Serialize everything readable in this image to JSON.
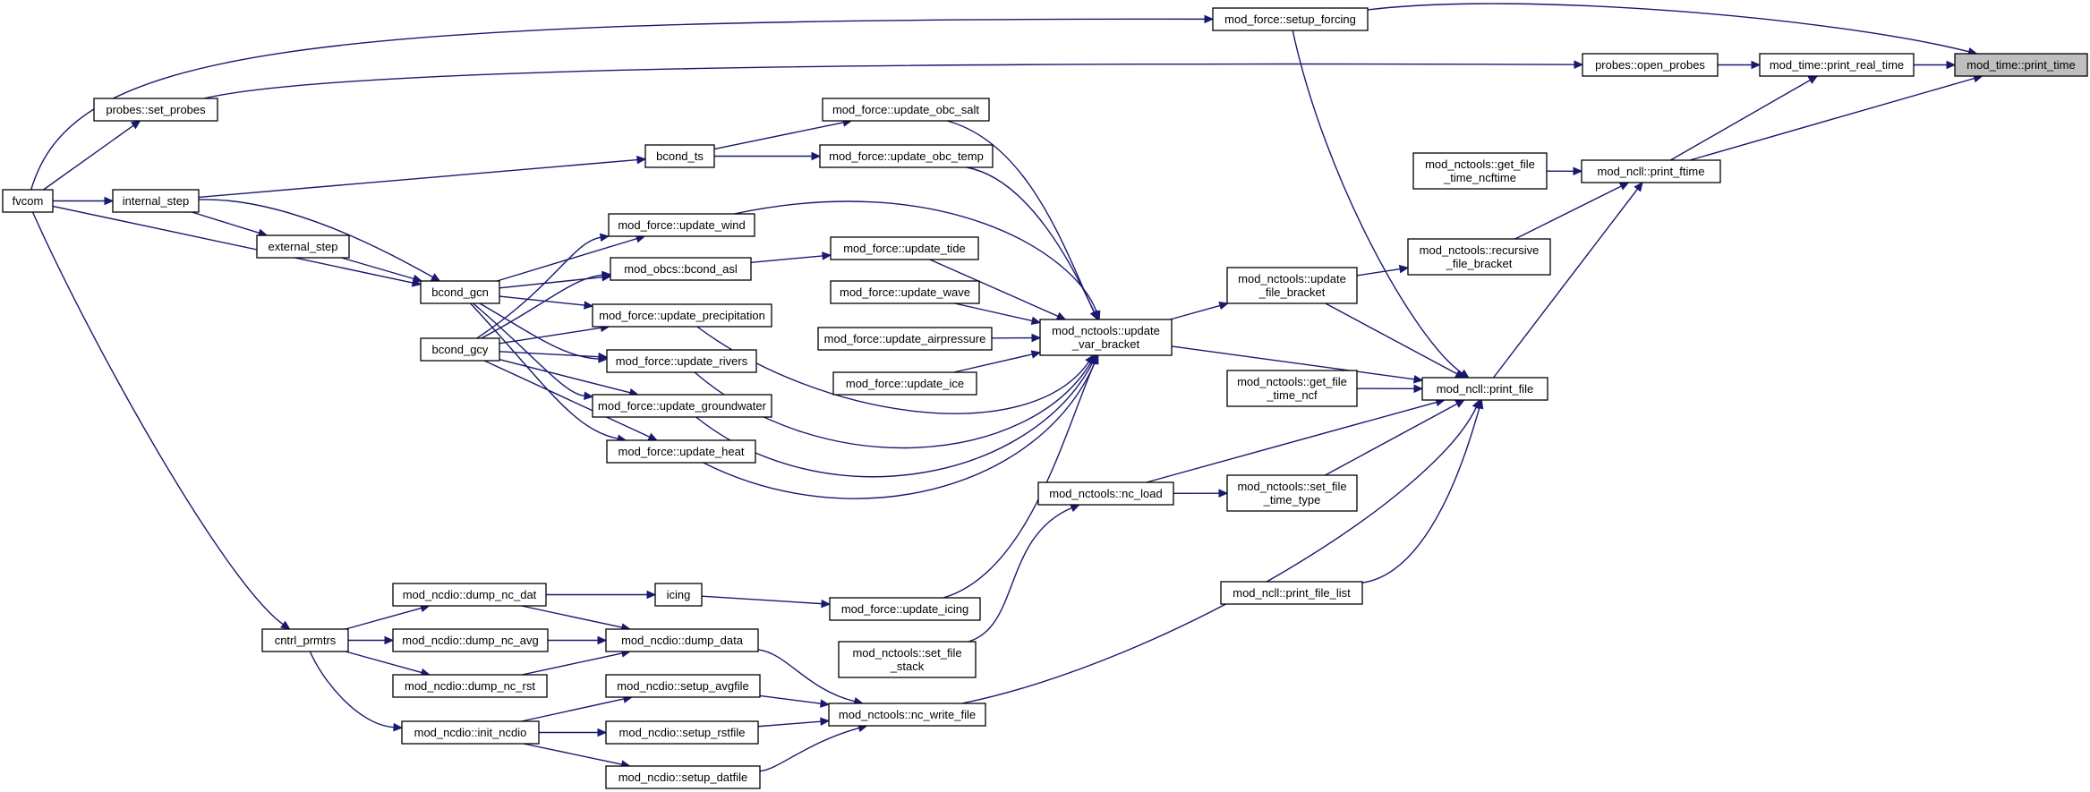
{
  "graph": {
    "nodes": [
      {
        "id": "print_time",
        "lines": [
          "mod_time::print_time"
        ],
        "highlight": true
      },
      {
        "id": "setup_forcing",
        "lines": [
          "mod_force::setup_forcing"
        ]
      },
      {
        "id": "print_real_time",
        "lines": [
          "mod_time::print_real_time"
        ]
      },
      {
        "id": "open_probes",
        "lines": [
          "probes::open_probes"
        ]
      },
      {
        "id": "print_ftime",
        "lines": [
          "mod_ncll::print_ftime"
        ]
      },
      {
        "id": "get_file_time_ncftime",
        "lines": [
          "mod_nctools::get_file",
          "_time_ncftime"
        ]
      },
      {
        "id": "recursive_file_bracket",
        "lines": [
          "mod_nctools::recursive",
          "_file_bracket"
        ]
      },
      {
        "id": "update_file_bracket",
        "lines": [
          "mod_nctools::update",
          "_file_bracket"
        ]
      },
      {
        "id": "print_file",
        "lines": [
          "mod_ncll::print_file"
        ]
      },
      {
        "id": "get_file_time_ncf",
        "lines": [
          "mod_nctools::get_file",
          "_time_ncf"
        ]
      },
      {
        "id": "set_file_time_type",
        "lines": [
          "mod_nctools::set_file",
          "_time_type"
        ]
      },
      {
        "id": "print_file_list",
        "lines": [
          "mod_ncll::print_file_list"
        ]
      },
      {
        "id": "update_var_bracket",
        "lines": [
          "mod_nctools::update",
          "_var_bracket"
        ]
      },
      {
        "id": "nc_load",
        "lines": [
          "mod_nctools::nc_load"
        ]
      },
      {
        "id": "nc_write_file",
        "lines": [
          "mod_nctools::nc_write_file"
        ]
      },
      {
        "id": "set_file_stack",
        "lines": [
          "mod_nctools::set_file",
          "_stack"
        ]
      },
      {
        "id": "update_obc_salt",
        "lines": [
          "mod_force::update_obc_salt"
        ]
      },
      {
        "id": "update_obc_temp",
        "lines": [
          "mod_force::update_obc_temp"
        ]
      },
      {
        "id": "update_wind",
        "lines": [
          "mod_force::update_wind"
        ]
      },
      {
        "id": "update_tide",
        "lines": [
          "mod_force::update_tide"
        ]
      },
      {
        "id": "bcond_asl",
        "lines": [
          "mod_obcs::bcond_asl"
        ]
      },
      {
        "id": "update_wave",
        "lines": [
          "mod_force::update_wave"
        ]
      },
      {
        "id": "update_precipitation",
        "lines": [
          "mod_force::update_precipitation"
        ]
      },
      {
        "id": "update_airpressure",
        "lines": [
          "mod_force::update_airpressure"
        ]
      },
      {
        "id": "update_rivers",
        "lines": [
          "mod_force::update_rivers"
        ]
      },
      {
        "id": "update_ice",
        "lines": [
          "mod_force::update_ice"
        ]
      },
      {
        "id": "update_groundwater",
        "lines": [
          "mod_force::update_groundwater"
        ]
      },
      {
        "id": "update_heat",
        "lines": [
          "mod_force::update_heat"
        ]
      },
      {
        "id": "update_icing",
        "lines": [
          "mod_force::update_icing"
        ]
      },
      {
        "id": "icing",
        "lines": [
          "icing"
        ]
      },
      {
        "id": "bcond_ts",
        "lines": [
          "bcond_ts"
        ]
      },
      {
        "id": "set_probes",
        "lines": [
          "probes::set_probes"
        ]
      },
      {
        "id": "internal_step",
        "lines": [
          "internal_step"
        ]
      },
      {
        "id": "external_step",
        "lines": [
          "external_step"
        ]
      },
      {
        "id": "bcond_gcn",
        "lines": [
          "bcond_gcn"
        ]
      },
      {
        "id": "bcond_gcy",
        "lines": [
          "bcond_gcy"
        ]
      },
      {
        "id": "fvcom",
        "lines": [
          "fvcom"
        ]
      },
      {
        "id": "cntrl_prmtrs",
        "lines": [
          "cntrl_prmtrs"
        ]
      },
      {
        "id": "dump_nc_dat",
        "lines": [
          "mod_ncdio::dump_nc_dat"
        ]
      },
      {
        "id": "dump_nc_avg",
        "lines": [
          "mod_ncdio::dump_nc_avg"
        ]
      },
      {
        "id": "dump_nc_rst",
        "lines": [
          "mod_ncdio::dump_nc_rst"
        ]
      },
      {
        "id": "init_ncdio",
        "lines": [
          "mod_ncdio::init_ncdio"
        ]
      },
      {
        "id": "dump_data",
        "lines": [
          "mod_ncdio::dump_data"
        ]
      },
      {
        "id": "setup_avgfile",
        "lines": [
          "mod_ncdio::setup_avgfile"
        ]
      },
      {
        "id": "setup_rstfile",
        "lines": [
          "mod_ncdio::setup_rstfile"
        ]
      },
      {
        "id": "setup_datfile",
        "lines": [
          "mod_ncdio::setup_datfile"
        ]
      }
    ],
    "edges": [
      {
        "from": "setup_forcing",
        "to": "print_time"
      },
      {
        "from": "print_real_time",
        "to": "print_time"
      },
      {
        "from": "print_ftime",
        "to": "print_time"
      },
      {
        "from": "fvcom",
        "to": "setup_forcing"
      },
      {
        "from": "open_probes",
        "to": "print_real_time"
      },
      {
        "from": "print_ftime",
        "to": "print_real_time"
      },
      {
        "from": "set_probes",
        "to": "open_probes"
      },
      {
        "from": "get_file_time_ncftime",
        "to": "print_ftime"
      },
      {
        "from": "recursive_file_bracket",
        "to": "print_ftime"
      },
      {
        "from": "print_file",
        "to": "print_ftime"
      },
      {
        "from": "update_file_bracket",
        "to": "recursive_file_bracket"
      },
      {
        "from": "update_var_bracket",
        "to": "update_file_bracket"
      },
      {
        "from": "update_file_bracket",
        "to": "print_file"
      },
      {
        "from": "setup_forcing",
        "to": "print_file"
      },
      {
        "from": "update_var_bracket",
        "to": "print_file"
      },
      {
        "from": "get_file_time_ncf",
        "to": "print_file"
      },
      {
        "from": "nc_load",
        "to": "print_file"
      },
      {
        "from": "set_file_time_type",
        "to": "print_file"
      },
      {
        "from": "print_file_list",
        "to": "print_file"
      },
      {
        "from": "nc_write_file",
        "to": "print_file"
      },
      {
        "from": "nc_load",
        "to": "set_file_time_type"
      },
      {
        "from": "set_file_stack",
        "to": "nc_load"
      },
      {
        "from": "update_obc_salt",
        "to": "update_var_bracket"
      },
      {
        "from": "update_obc_temp",
        "to": "update_var_bracket"
      },
      {
        "from": "update_wind",
        "to": "update_var_bracket"
      },
      {
        "from": "update_tide",
        "to": "update_var_bracket"
      },
      {
        "from": "update_wave",
        "to": "update_var_bracket"
      },
      {
        "from": "update_airpressure",
        "to": "update_var_bracket"
      },
      {
        "from": "update_ice",
        "to": "update_var_bracket"
      },
      {
        "from": "update_precipitation",
        "to": "update_var_bracket"
      },
      {
        "from": "update_rivers",
        "to": "update_var_bracket"
      },
      {
        "from": "update_groundwater",
        "to": "update_var_bracket"
      },
      {
        "from": "update_heat",
        "to": "update_var_bracket"
      },
      {
        "from": "update_icing",
        "to": "update_var_bracket"
      },
      {
        "from": "bcond_ts",
        "to": "update_obc_salt"
      },
      {
        "from": "bcond_ts",
        "to": "update_obc_temp"
      },
      {
        "from": "internal_step",
        "to": "bcond_ts"
      },
      {
        "from": "fvcom",
        "to": "set_probes"
      },
      {
        "from": "fvcom",
        "to": "internal_step"
      },
      {
        "from": "fvcom",
        "to": "bcond_gcn"
      },
      {
        "from": "fvcom",
        "to": "cntrl_prmtrs"
      },
      {
        "from": "internal_step",
        "to": "external_step"
      },
      {
        "from": "internal_step",
        "to": "bcond_gcn"
      },
      {
        "from": "external_step",
        "to": "bcond_gcn"
      },
      {
        "from": "bcond_gcn",
        "to": "update_wind"
      },
      {
        "from": "bcond_gcn",
        "to": "bcond_asl"
      },
      {
        "from": "bcond_gcn",
        "to": "update_precipitation"
      },
      {
        "from": "bcond_gcn",
        "to": "update_rivers"
      },
      {
        "from": "bcond_gcn",
        "to": "update_groundwater"
      },
      {
        "from": "bcond_gcn",
        "to": "update_heat"
      },
      {
        "from": "bcond_gcy",
        "to": "update_wind"
      },
      {
        "from": "bcond_gcy",
        "to": "bcond_asl"
      },
      {
        "from": "bcond_gcy",
        "to": "update_precipitation"
      },
      {
        "from": "bcond_gcy",
        "to": "update_rivers"
      },
      {
        "from": "bcond_gcy",
        "to": "update_groundwater"
      },
      {
        "from": "bcond_gcy",
        "to": "update_heat"
      },
      {
        "from": "bcond_asl",
        "to": "update_tide"
      },
      {
        "from": "icing",
        "to": "update_icing"
      },
      {
        "from": "dump_nc_dat",
        "to": "icing"
      },
      {
        "from": "cntrl_prmtrs",
        "to": "dump_nc_dat"
      },
      {
        "from": "cntrl_prmtrs",
        "to": "dump_nc_avg"
      },
      {
        "from": "cntrl_prmtrs",
        "to": "dump_nc_rst"
      },
      {
        "from": "cntrl_prmtrs",
        "to": "init_ncdio"
      },
      {
        "from": "dump_nc_dat",
        "to": "dump_data"
      },
      {
        "from": "dump_nc_avg",
        "to": "dump_data"
      },
      {
        "from": "dump_nc_rst",
        "to": "dump_data"
      },
      {
        "from": "dump_data",
        "to": "nc_write_file"
      },
      {
        "from": "init_ncdio",
        "to": "setup_avgfile"
      },
      {
        "from": "init_ncdio",
        "to": "setup_rstfile"
      },
      {
        "from": "init_ncdio",
        "to": "setup_datfile"
      },
      {
        "from": "setup_avgfile",
        "to": "nc_write_file"
      },
      {
        "from": "setup_rstfile",
        "to": "nc_write_file"
      },
      {
        "from": "setup_datfile",
        "to": "nc_write_file"
      }
    ]
  }
}
